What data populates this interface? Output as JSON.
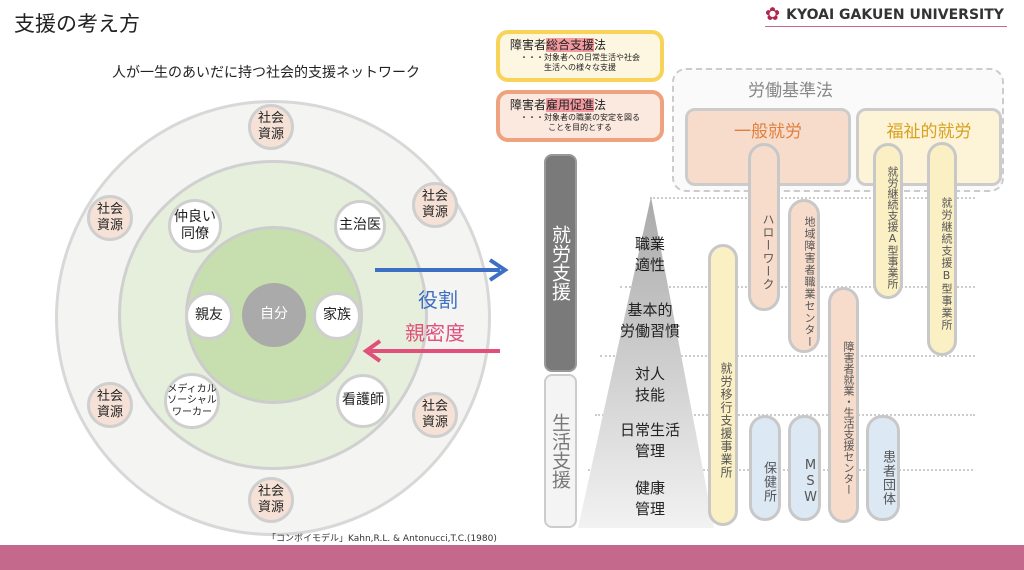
{
  "title": "支援の考え方",
  "logo": "KYOAI GAKUEN UNIVERSITY",
  "network": {
    "caption": "人が一生のあいだに持つ社会的支援ネットワーク",
    "self": "自分",
    "inner": [
      "親友",
      "家族"
    ],
    "middle": [
      "仲良い\n同僚",
      "主治医",
      "メディカル\nソーシャル\nワーカー",
      "看護師"
    ],
    "outer": "社会\n資源",
    "role": "役割",
    "intimacy": "親密度",
    "citation": "「コンボイモデル」Kahn,R.L. & Antonucci,T.C.(1980)"
  },
  "laws": [
    {
      "pre": "障害者",
      "hl": "総合支援",
      "post": "法",
      "desc": "・・・対象者への日常生活や社会\n生活への様々な支援"
    },
    {
      "pre": "障害者",
      "hl": "雇用促進",
      "post": "法",
      "desc": "・・・対象者の職業の安定を図る\nことを目的とする"
    }
  ],
  "labor_law": "労働基準法",
  "general_work": "一般就労",
  "welfare_work": "福祉的就労",
  "work_support": "就労支援",
  "life_support": "生活支援",
  "pyramid": [
    "職業\n適性",
    "基本的\n労働習慣",
    "対人\n技能",
    "日常生活\n管理",
    "健康\n管理"
  ],
  "services": [
    "就労移行支援事業所",
    "ハローワーク",
    "地域障害者職業センター",
    "障害者就業・生活支援センター",
    "就労継続支援A型事業所",
    "就労継続支援B型事業所",
    "保健所",
    "MSW",
    "患者団体"
  ],
  "colors": {
    "footer": "#c4698c",
    "blue": "#3d6fc4",
    "pink": "#e0507a"
  }
}
